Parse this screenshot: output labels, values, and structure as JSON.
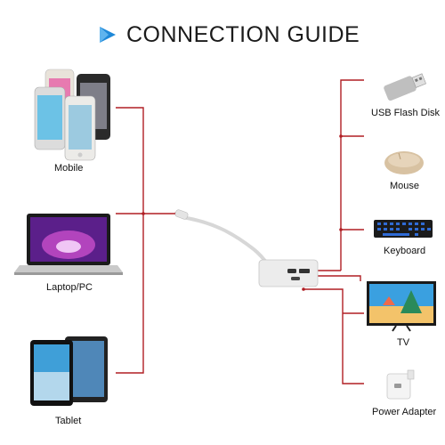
{
  "title": "CONNECTION GUIDE",
  "colors": {
    "line": "#b01e24",
    "accent": "#1e88d8"
  },
  "sources": {
    "mobile": "Mobile",
    "laptop": "Laptop/PC",
    "tablet": "Tablet"
  },
  "targets": {
    "usb": "USB Flash Disk",
    "mouse": "Mouse",
    "keyboard": "Keyboard",
    "tv": "TV",
    "power": "Power Adapter"
  },
  "icons": [
    "play-arrow-icon",
    "mobile-phones-icon",
    "laptop-icon",
    "tablet-icon",
    "usb-c-adapter-icon",
    "usb-flash-disk-icon",
    "mouse-icon",
    "keyboard-icon",
    "tv-icon",
    "power-adapter-icon"
  ]
}
